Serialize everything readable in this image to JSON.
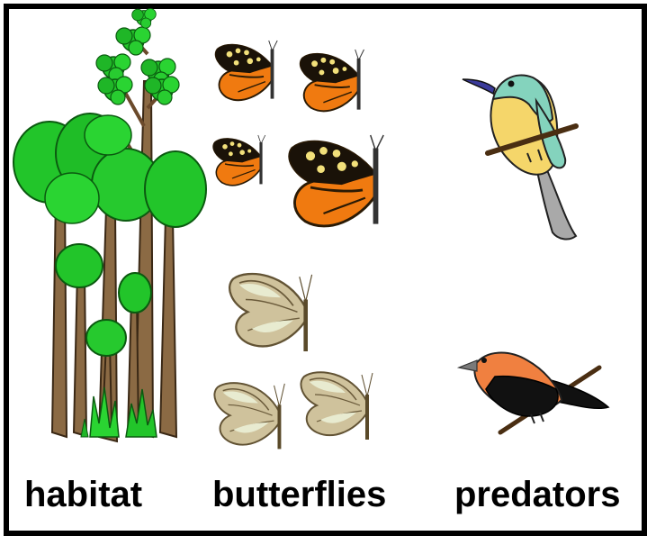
{
  "labels": {
    "habitat": "habitat",
    "butterflies": "butterflies",
    "predators": "predators"
  },
  "colors": {
    "border": "#000000",
    "foliage": "#22c52a",
    "trunk": "#6b4a2b",
    "orange_wing": "#f07a10",
    "wing_black": "#1a1208",
    "wing_yellow": "#f2e07a",
    "clear_wing": "#c9b98f",
    "bird1_head": "#84d3bd",
    "bird1_belly": "#f5d66a",
    "bird1_tail": "#a9a9a9",
    "bird1_beak": "#3a3a9a",
    "bird2_orange": "#f08040",
    "bird2_black": "#111111",
    "branch": "#4a2e12"
  },
  "icons": [
    "rainforest-trees",
    "orange-tiger-butterfly",
    "clearwing-butterfly",
    "perched-bird",
    "perched-tanager"
  ]
}
